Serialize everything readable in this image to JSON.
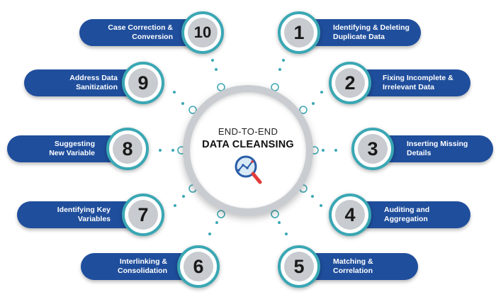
{
  "center": {
    "line1": "END-TO-END",
    "line2": "DATA CLEANSING",
    "icon": "magnifier-chart-icon"
  },
  "steps": [
    {
      "number": "1",
      "line1": "Identifying & Deleting",
      "line2": "Duplicate Data"
    },
    {
      "number": "2",
      "line1": "Fixing Incomplete &",
      "line2": "Irrelevant Data"
    },
    {
      "number": "3",
      "line1": "Inserting Missing",
      "line2": "Details"
    },
    {
      "number": "4",
      "line1": "Auditing and",
      "line2": "Aggregation"
    },
    {
      "number": "5",
      "line1": "Matching &",
      "line2": "Correlation"
    },
    {
      "number": "6",
      "line1": "Interlinking &",
      "line2": "Consolidation"
    },
    {
      "number": "7",
      "line1": "Identifying Key",
      "line2": "Variables"
    },
    {
      "number": "8",
      "line1": "Suggesting",
      "line2": "New Variable"
    },
    {
      "number": "9",
      "line1": "Address Data",
      "line2": "Sanitization"
    },
    {
      "number": "10",
      "line1": "Case Correction &",
      "line2": "Conversion"
    }
  ],
  "colors": {
    "pill": "#1f4e9c",
    "teal": "#3aa7b4",
    "badge_fill": "#c8cbcf",
    "ring": "#c9cdd1",
    "icon_accent": "#e23b3b"
  }
}
